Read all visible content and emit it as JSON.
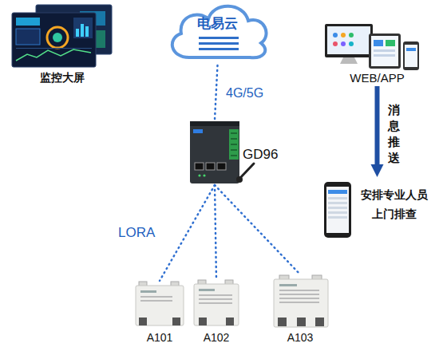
{
  "diagram": {
    "nodes": [
      {
        "text": [
          "监控大屏"
        ]
      },
      {
        "text": [
          "电易云"
        ]
      },
      {
        "text": [
          "WEB/APP"
        ]
      },
      {
        "text": [
          "GD96"
        ]
      },
      {
        "text": [
          "安排专业人员 上门排查"
        ]
      },
      {
        "text": [
          "A101"
        ]
      },
      {
        "text": [
          "A102"
        ]
      },
      {
        "text": [
          "A103"
        ]
      }
    ],
    "edges": [
      {
        "from": 1,
        "to": 3,
        "arrow": "none",
        "label": "4G/5G"
      },
      {
        "from": 2,
        "to": 4,
        "arrow": "to",
        "label": "消息推送"
      },
      {
        "from": 3,
        "to": 5,
        "arrow": "none"
      },
      {
        "from": 3,
        "to": 6,
        "arrow": "none"
      },
      {
        "from": 3,
        "to": 7,
        "arrow": "none"
      }
    ],
    "labels": [
      "LORA"
    ]
  }
}
